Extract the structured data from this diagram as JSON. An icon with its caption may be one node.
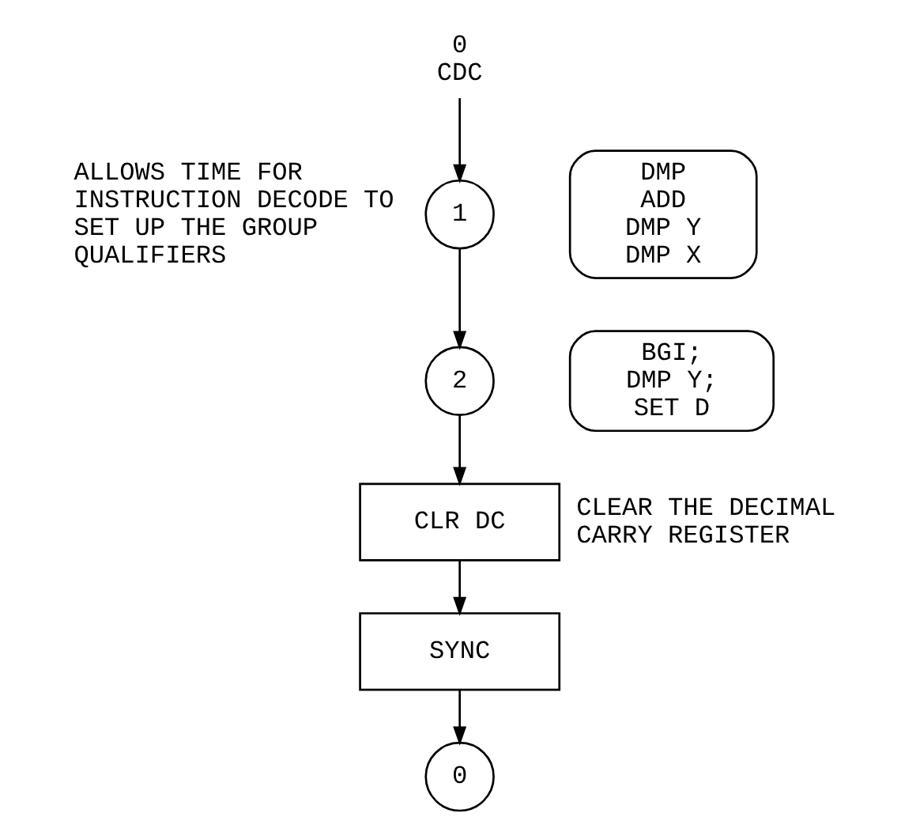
{
  "diagram": {
    "nodes": [
      {
        "text": [
          "0",
          "CDC"
        ]
      },
      {
        "text": [
          "1"
        ],
        "beside": [
          "ALLOWS TIME FOR INSTRUCTION DECODE TO SET UP THE GROUP QUALIFIERS"
        ]
      },
      {
        "text": [
          "DMP ADD DMP Y DMP X"
        ]
      },
      {
        "text": [
          "2"
        ]
      },
      {
        "text": [
          "BGI; DMP Y; SET D"
        ]
      },
      {
        "text": [
          "CLR DC"
        ],
        "beside": [
          "CLEAR THE DECIMAL CARRY REGISTER"
        ]
      },
      {
        "text": [
          "SYNC"
        ]
      },
      {
        "text": [
          "0"
        ]
      }
    ],
    "edges": [
      {
        "from": 0,
        "to": 1,
        "arrow": "to"
      },
      {
        "from": 1,
        "to": 3,
        "arrow": "to"
      },
      {
        "from": 3,
        "to": 5,
        "arrow": "to"
      },
      {
        "from": 5,
        "to": 6,
        "arrow": "to"
      },
      {
        "from": 6,
        "to": 7,
        "arrow": "to"
      }
    ]
  }
}
